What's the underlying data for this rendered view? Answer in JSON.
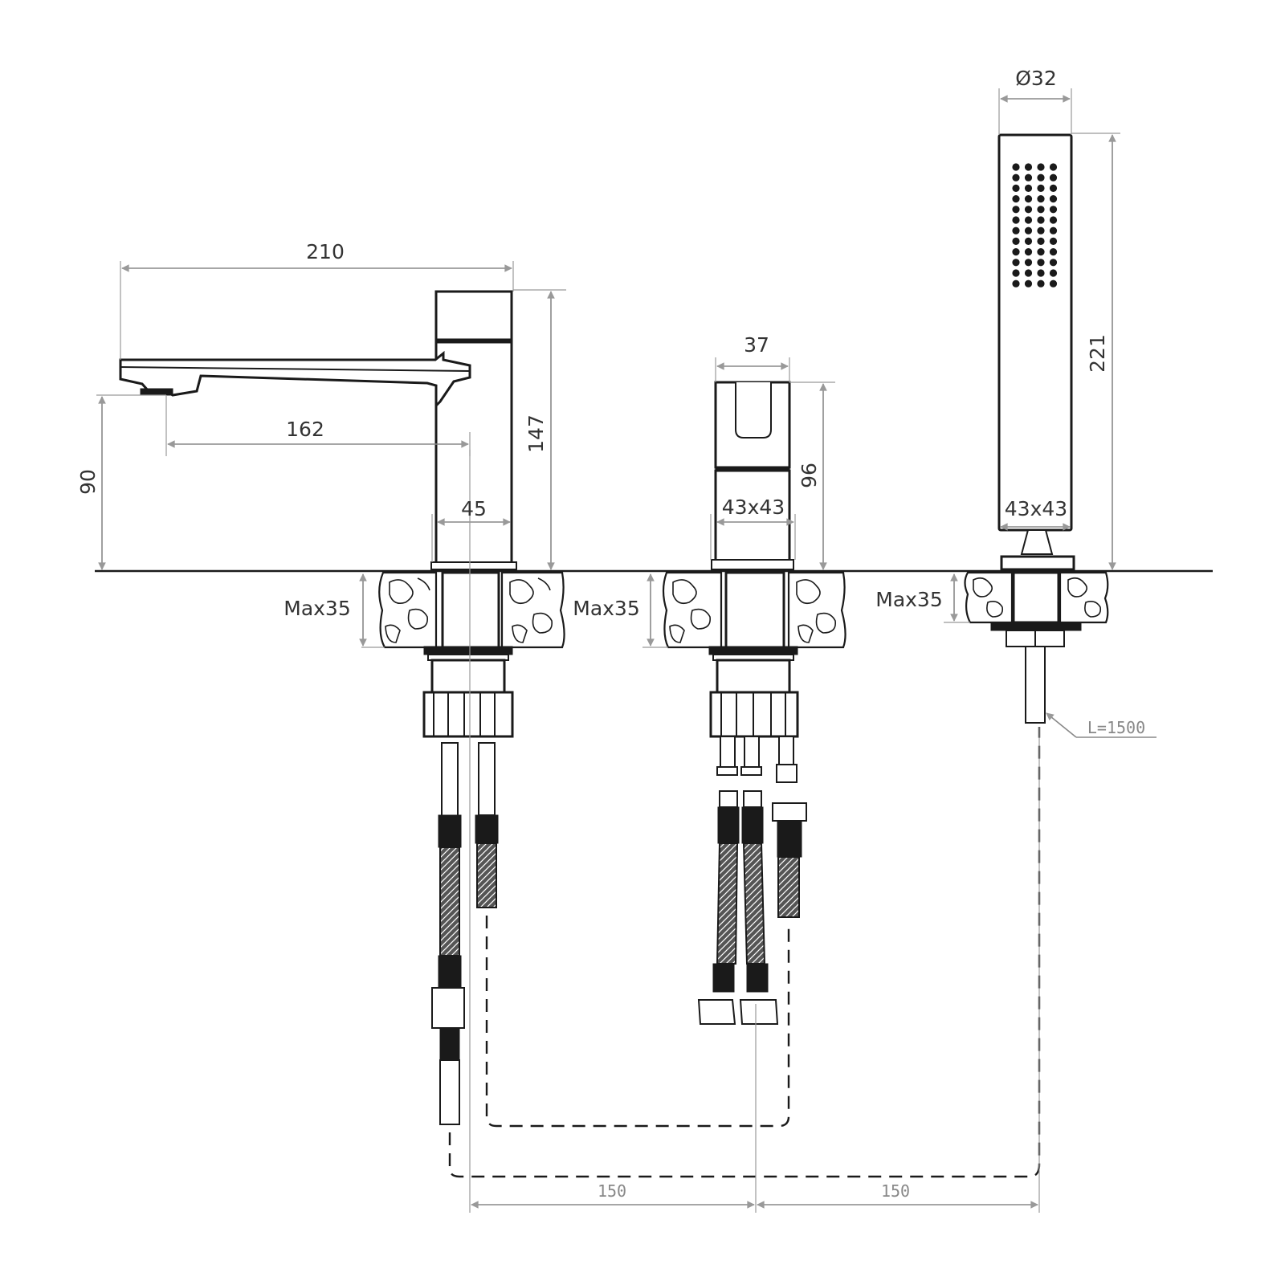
{
  "drawing": {
    "title": "Three-hole deck-mounted bath mixer set technical drawing",
    "components": [
      {
        "id": "spout",
        "name": "Bath spout"
      },
      {
        "id": "mixer",
        "name": "Single-lever mixer"
      },
      {
        "id": "hand-shower",
        "name": "Hand shower with holder"
      }
    ],
    "dimensions": {
      "spout_length": "210",
      "spout_reach": "162",
      "spout_outlet_height": "90",
      "spout_height": "147",
      "spout_body_width": "45",
      "spout_deck_max": "Max35",
      "mixer_handle_width": "37",
      "mixer_height": "96",
      "mixer_body_size": "43x43",
      "mixer_deck_max": "Max35",
      "shower_diameter": "Ø32",
      "shower_length": "221",
      "shower_holder_size": "43x43",
      "shower_deck_max": "Max35",
      "hose_length": "L=1500",
      "spacing_left": "150",
      "spacing_right": "150"
    },
    "shower_nozzle_grid": {
      "rows": 12,
      "cols": 4
    }
  }
}
